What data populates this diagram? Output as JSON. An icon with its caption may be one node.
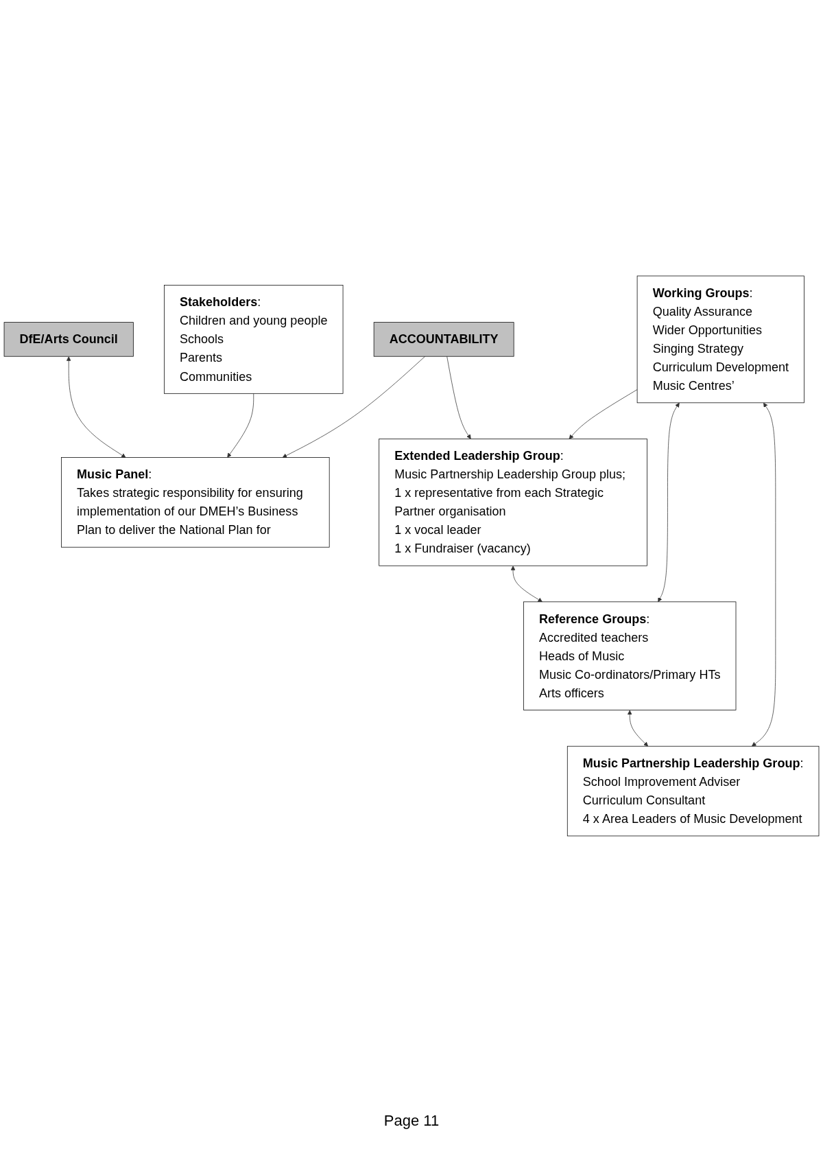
{
  "diagram": {
    "nodes": [
      {
        "text": [
          "**DfE/Arts Council**"
        ]
      },
      {
        "text": [
          "**Music Panel**:",
          "Takes strategic responsibility for ensuring implementation of our DMEH’s Business Plan to deliver the National Plan for"
        ]
      },
      {
        "text": [
          "**Stakeholders**:",
          "Children and young people",
          "Schools",
          "Parents",
          "Communities"
        ]
      },
      {
        "text": [
          "**ACCOUNTABILITY**"
        ]
      },
      {
        "text": [
          "**Extended Leadership Group**:",
          "Music Partnership Leadership Group plus;",
          "1 x representative from each Strategic Partner organisation",
          "1 x vocal leader",
          "1 x Fundraiser (vacancy)"
        ]
      },
      {
        "text": [
          "**Working Groups**:",
          "Quality Assurance",
          "Wider Opportunities",
          "Singing Strategy",
          "Curriculum Development",
          "Music Centres’"
        ]
      },
      {
        "text": [
          "**Reference Groups**:",
          "Accredited teachers",
          "Heads of Music",
          "Music Co-ordinators/Primary HTs",
          "Arts officers"
        ]
      },
      {
        "text": [
          "**Music Partnership Leadership Group**:",
          "School Improvement Adviser",
          "Curriculum Consultant",
          "4 x Area Leaders of Music Development"
        ]
      }
    ],
    "edges": [
      {
        "from": 0,
        "to": 1,
        "arrow": "both"
      },
      {
        "from": 2,
        "to": 1,
        "arrow": "to"
      },
      {
        "from": 3,
        "to": 1,
        "arrow": "to"
      },
      {
        "from": 3,
        "to": 4,
        "arrow": "to"
      },
      {
        "from": 5,
        "to": 4,
        "arrow": "to"
      },
      {
        "from": 4,
        "to": 6,
        "arrow": "both"
      },
      {
        "from": 5,
        "to": 6,
        "arrow": "both"
      },
      {
        "from": 5,
        "to": 7,
        "arrow": "both"
      },
      {
        "from": 6,
        "to": 7,
        "arrow": "both"
      }
    ],
    "labels": [
      "Page 11"
    ]
  }
}
